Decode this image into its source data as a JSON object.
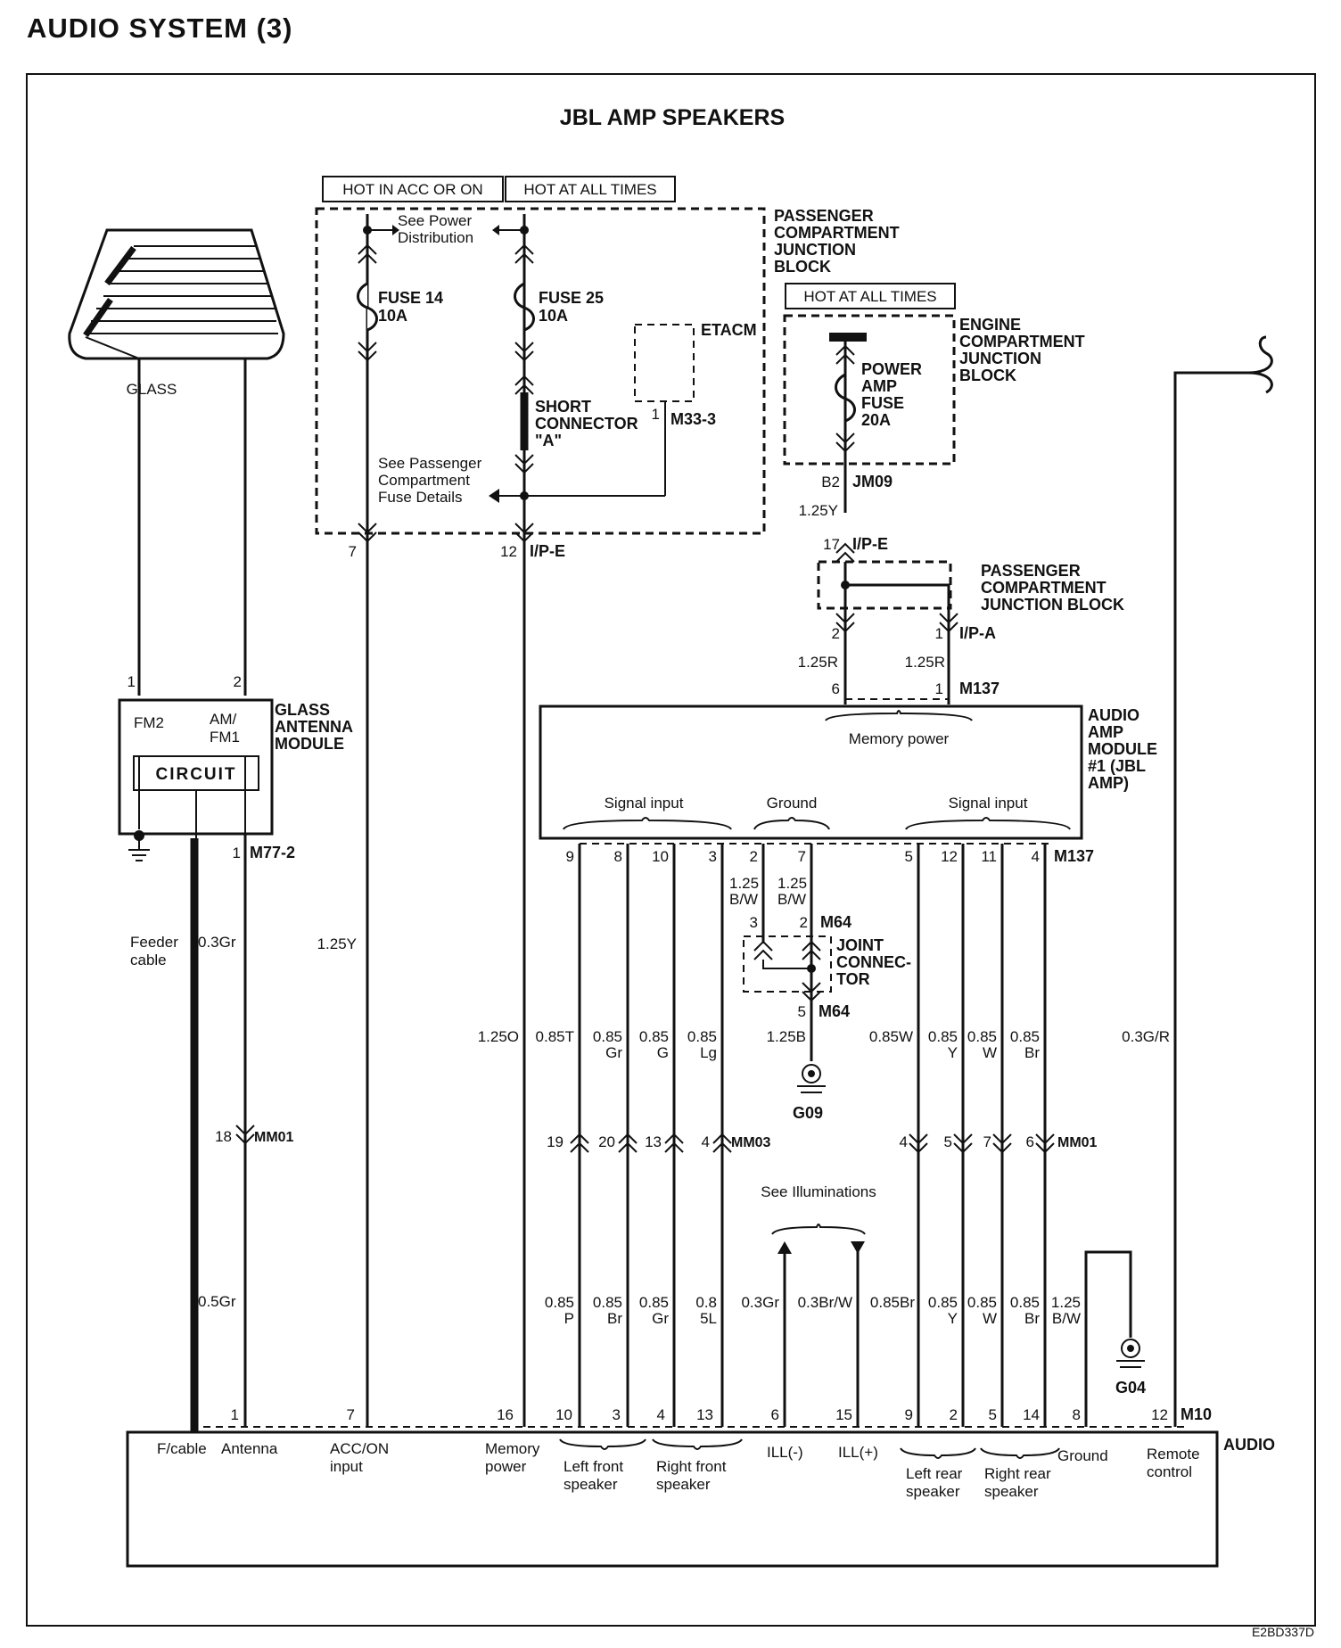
{
  "page_title": "AUDIO SYSTEM (3)",
  "diagram_title": "JBL AMP SPEAKERS",
  "figure_code": "E2BD337D",
  "hot_labels": {
    "acc_or_on": "HOT IN ACC OR ON",
    "all_times_1": "HOT AT ALL TIMES",
    "all_times_2": "HOT AT ALL TIMES"
  },
  "components": {
    "glass": "GLASS",
    "pcjb_1": "PASSENGER COMPARTMENT JUNCTION BLOCK",
    "see_power_dist": "See Power Distribution",
    "fuse14": "FUSE 14 10A",
    "fuse25": "FUSE 25 10A",
    "etacm": "ETACM",
    "short_connector": "SHORT CONNECTOR \"A\"",
    "see_pcfd": "See Passenger Compartment Fuse Details",
    "ecjb": "ENGINE COMPARTMENT JUNCTION BLOCK",
    "power_amp_fuse": "POWER AMP FUSE 20A",
    "pcjb_2": "PASSENGER COMPARTMENT JUNCTION BLOCK",
    "glass_antenna_module": "GLASS ANTENNA MODULE",
    "circuit": "CIRCUIT",
    "fm2": "FM2",
    "am_fm1": "AM/ FM1",
    "audio_amp_module": "AUDIO AMP MODULE #1 (JBL AMP)",
    "memory_power": "Memory power",
    "signal_input_1": "Signal input",
    "ground": "Ground",
    "signal_input_2": "Signal input",
    "joint_connector": "JOINT CONNEC- TOR",
    "feeder_cable": "Feeder cable",
    "see_illuminations": "See Illuminations",
    "audio": "AUDIO"
  },
  "connectors": {
    "m33_3": "M33-3",
    "ip_e": "I/P-E",
    "jm09": "JM09",
    "ip_a": "I/P-A",
    "m137": "M137",
    "m77_2": "M77-2",
    "mm01": "MM01",
    "mm03": "MM03",
    "m64": "M64",
    "m10": "M10",
    "g09": "G09",
    "g04": "G04",
    "b2": "B2"
  },
  "wires": {
    "y125": "1.25Y",
    "r125": "1.25R",
    "gr03": "0.3Gr",
    "gr05": "0.5Gr",
    "o125": "1.25O",
    "t085": "0.85T",
    "gr085": "0.85 Gr",
    "g085": "0.85 G",
    "lg085": "0.85 Lg",
    "bw125": "1.25 B/W",
    "b125": "1.25B",
    "w085": "0.85W",
    "y085": "0.85 Y",
    "w085b": "0.85 W",
    "br085": "0.85 Br",
    "gr_r03": "0.3G/R",
    "p085": "0.85 P",
    "br085b": "0.85 Br",
    "gr085b": "0.85 Gr",
    "l5_085": "0.8 5L",
    "gr03b": "0.3Gr",
    "brw03": "0.3Br/W",
    "br085c": "0.85Br",
    "y085b": "0.85 Y",
    "w085c": "0.85 W",
    "br085d": "0.85 Br",
    "bw125b": "1.25 B/W"
  },
  "audio_terminals": {
    "f_cable": "F/cable",
    "antenna": "Antenna",
    "acc_on_input": "ACC/ON input",
    "memory_power": "Memory power",
    "left_front": "Left front speaker",
    "right_front": "Right front speaker",
    "ill_minus": "ILL(-)",
    "ill_plus": "ILL(+)",
    "left_rear": "Left rear speaker",
    "right_rear": "Right rear speaker",
    "ground": "Ground",
    "remote_control": "Remote control"
  },
  "pins": {
    "p1": "1",
    "p2": "2",
    "p3": "3",
    "p4": "4",
    "p5": "5",
    "p6": "6",
    "p7": "7",
    "p8": "8",
    "p9": "9",
    "p10": "10",
    "p11": "11",
    "p12": "12",
    "p13": "13",
    "p14": "14",
    "p15": "15",
    "p16": "16",
    "p17": "17",
    "p18": "18",
    "p19": "19",
    "p20": "20"
  }
}
